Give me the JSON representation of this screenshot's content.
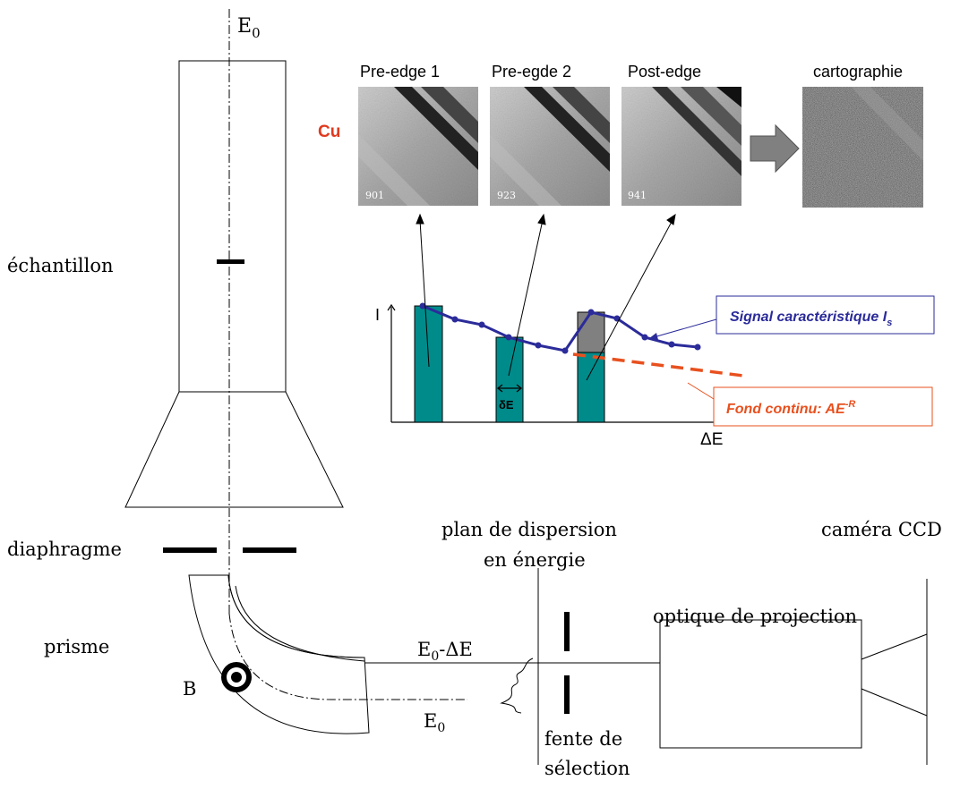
{
  "beam": {
    "top_label_base": "E",
    "top_label_sub": "0",
    "deflected_label_base": "E",
    "deflected_label_sub": "0",
    "deflected_label_suffix": "-ΔE",
    "straight_label_base": "E",
    "straight_label_sub": "0"
  },
  "labels": {
    "sample": "échantillon",
    "diaphragm": "diaphragme",
    "prism": "prisme",
    "magnet": "B",
    "dispersion_plane_line1": "plan de dispersion",
    "dispersion_plane_line2": "en énergie",
    "slit_line1": "fente de",
    "slit_line2": "sélection",
    "projection_optics": "optique de projection",
    "ccd_camera": "caméra CCD"
  },
  "maps": {
    "element": "Cu",
    "element_color": "#e03a1e",
    "panels": [
      {
        "title": "Pre-edge 1",
        "energy": "901"
      },
      {
        "title": "Pre-egde 2",
        "energy": "923"
      },
      {
        "title": "Post-edge",
        "energy": "941"
      }
    ],
    "result_title": "cartographie",
    "arrow_color": "#808080"
  },
  "spectrum": {
    "y_axis": "I",
    "x_axis": "ΔE",
    "window_width": "δE",
    "window_color": "#008b8b",
    "signal_label_main": "Signal caractéristique I",
    "signal_label_sub": "s",
    "signal_color": "#2b2b9a",
    "background_label_main": "Fond continu: AE",
    "background_label_sup": "-R",
    "background_color": "#e8501e"
  }
}
